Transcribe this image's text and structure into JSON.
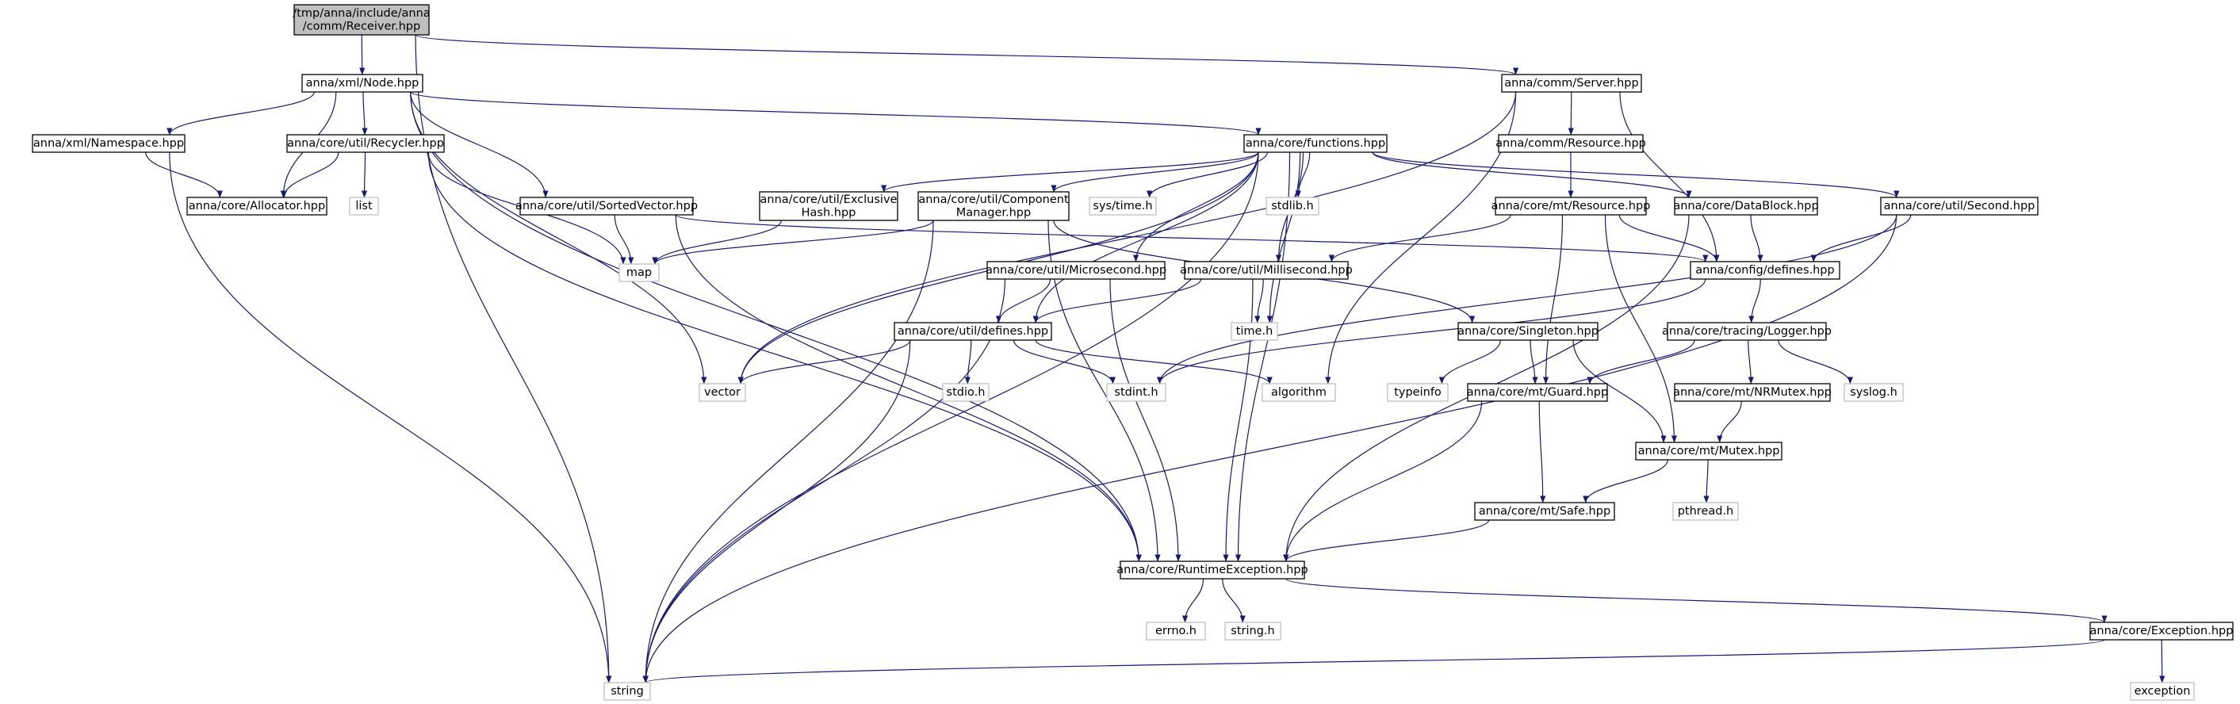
{
  "colors": {
    "edge": "#191970",
    "node_border": "#000000",
    "external_border": "#bfbfbf",
    "root_fill": "#bfbfbf",
    "node_fill": "#ffffff",
    "text": "#000000"
  },
  "nodes": {
    "receiver": {
      "lines": [
        "/tmp/anna/include/anna",
        "/comm/Receiver.hpp"
      ],
      "kind": "root"
    },
    "xml_node": {
      "lines": [
        "anna/xml/Node.hpp"
      ],
      "kind": "internal"
    },
    "server": {
      "lines": [
        "anna/comm/Server.hpp"
      ],
      "kind": "internal"
    },
    "namespace": {
      "lines": [
        "anna/xml/Namespace.hpp"
      ],
      "kind": "internal"
    },
    "recycler": {
      "lines": [
        "anna/core/util/Recycler.hpp"
      ],
      "kind": "internal"
    },
    "functions": {
      "lines": [
        "anna/core/functions.hpp"
      ],
      "kind": "internal"
    },
    "resource": {
      "lines": [
        "anna/comm/Resource.hpp"
      ],
      "kind": "internal"
    },
    "allocator": {
      "lines": [
        "anna/core/Allocator.hpp"
      ],
      "kind": "internal"
    },
    "list": {
      "lines": [
        "list"
      ],
      "kind": "external"
    },
    "sortedvector": {
      "lines": [
        "anna/core/util/SortedVector.hpp"
      ],
      "kind": "internal"
    },
    "exclusivehash": {
      "lines": [
        "anna/core/util/Exclusive",
        "Hash.hpp"
      ],
      "kind": "internal"
    },
    "componentmanager": {
      "lines": [
        "anna/core/util/Component",
        "Manager.hpp"
      ],
      "kind": "internal"
    },
    "systime": {
      "lines": [
        "sys/time.h"
      ],
      "kind": "external"
    },
    "stdlib": {
      "lines": [
        "stdlib.h"
      ],
      "kind": "external"
    },
    "mtresource": {
      "lines": [
        "anna/core/mt/Resource.hpp"
      ],
      "kind": "internal"
    },
    "datablock": {
      "lines": [
        "anna/core/DataBlock.hpp"
      ],
      "kind": "internal"
    },
    "second": {
      "lines": [
        "anna/core/util/Second.hpp"
      ],
      "kind": "internal"
    },
    "map": {
      "lines": [
        "map"
      ],
      "kind": "external"
    },
    "microsecond": {
      "lines": [
        "anna/core/util/Microsecond.hpp"
      ],
      "kind": "internal"
    },
    "millisecond": {
      "lines": [
        "anna/core/util/Millisecond.hpp"
      ],
      "kind": "internal"
    },
    "configdefines": {
      "lines": [
        "anna/config/defines.hpp"
      ],
      "kind": "internal"
    },
    "utildefines": {
      "lines": [
        "anna/core/util/defines.hpp"
      ],
      "kind": "internal"
    },
    "timeh": {
      "lines": [
        "time.h"
      ],
      "kind": "external"
    },
    "singleton": {
      "lines": [
        "anna/core/Singleton.hpp"
      ],
      "kind": "internal"
    },
    "logger": {
      "lines": [
        "anna/core/tracing/Logger.hpp"
      ],
      "kind": "internal"
    },
    "vector": {
      "lines": [
        "vector"
      ],
      "kind": "external"
    },
    "stdio": {
      "lines": [
        "stdio.h"
      ],
      "kind": "external"
    },
    "stdint": {
      "lines": [
        "stdint.h"
      ],
      "kind": "external"
    },
    "algorithm": {
      "lines": [
        "algorithm"
      ],
      "kind": "external"
    },
    "typeinfo": {
      "lines": [
        "typeinfo"
      ],
      "kind": "external"
    },
    "guard": {
      "lines": [
        "anna/core/mt/Guard.hpp"
      ],
      "kind": "internal"
    },
    "nrmutex": {
      "lines": [
        "anna/core/mt/NRMutex.hpp"
      ],
      "kind": "internal"
    },
    "syslog": {
      "lines": [
        "syslog.h"
      ],
      "kind": "external"
    },
    "mutex": {
      "lines": [
        "anna/core/mt/Mutex.hpp"
      ],
      "kind": "internal"
    },
    "pthread": {
      "lines": [
        "pthread.h"
      ],
      "kind": "external"
    },
    "safe": {
      "lines": [
        "anna/core/mt/Safe.hpp"
      ],
      "kind": "internal"
    },
    "runtimeexception": {
      "lines": [
        "anna/core/RuntimeException.hpp"
      ],
      "kind": "internal"
    },
    "errno": {
      "lines": [
        "errno.h"
      ],
      "kind": "external"
    },
    "stringh": {
      "lines": [
        "string.h"
      ],
      "kind": "external"
    },
    "exception_hpp": {
      "lines": [
        "anna/core/Exception.hpp"
      ],
      "kind": "internal"
    },
    "string": {
      "lines": [
        "string"
      ],
      "kind": "external"
    },
    "exception": {
      "lines": [
        "exception"
      ],
      "kind": "external"
    }
  },
  "edges": [
    [
      "receiver",
      "xml_node"
    ],
    [
      "receiver",
      "server"
    ],
    [
      "receiver",
      "string"
    ],
    [
      "xml_node",
      "namespace"
    ],
    [
      "xml_node",
      "allocator"
    ],
    [
      "xml_node",
      "recycler"
    ],
    [
      "xml_node",
      "sortedvector"
    ],
    [
      "xml_node",
      "functions"
    ],
    [
      "xml_node",
      "runtimeexception"
    ],
    [
      "xml_node",
      "vector"
    ],
    [
      "namespace",
      "allocator"
    ],
    [
      "namespace",
      "string"
    ],
    [
      "recycler",
      "allocator"
    ],
    [
      "recycler",
      "list"
    ],
    [
      "recycler",
      "map"
    ],
    [
      "recycler",
      "runtimeexception"
    ],
    [
      "sortedvector",
      "map"
    ],
    [
      "sortedvector",
      "configdefines"
    ],
    [
      "sortedvector",
      "runtimeexception"
    ],
    [
      "server",
      "resource"
    ],
    [
      "server",
      "vector"
    ],
    [
      "server",
      "configdefines"
    ],
    [
      "server",
      "algorithm"
    ],
    [
      "resource",
      "mtresource"
    ],
    [
      "functions",
      "exclusivehash"
    ],
    [
      "functions",
      "componentmanager"
    ],
    [
      "functions",
      "systime"
    ],
    [
      "functions",
      "stdlib"
    ],
    [
      "functions",
      "datablock"
    ],
    [
      "functions",
      "second"
    ],
    [
      "functions",
      "microsecond"
    ],
    [
      "functions",
      "millisecond"
    ],
    [
      "functions",
      "utildefines"
    ],
    [
      "functions",
      "timeh"
    ],
    [
      "functions",
      "runtimeexception"
    ],
    [
      "functions",
      "vector"
    ],
    [
      "functions",
      "string"
    ],
    [
      "exclusivehash",
      "map"
    ],
    [
      "componentmanager",
      "map"
    ],
    [
      "componentmanager",
      "singleton"
    ],
    [
      "componentmanager",
      "runtimeexception"
    ],
    [
      "componentmanager",
      "string"
    ],
    [
      "mtresource",
      "configdefines"
    ],
    [
      "mtresource",
      "millisecond"
    ],
    [
      "mtresource",
      "guard"
    ],
    [
      "mtresource",
      "mutex"
    ],
    [
      "datablock",
      "configdefines"
    ],
    [
      "datablock",
      "runtimeexception"
    ],
    [
      "second",
      "configdefines"
    ],
    [
      "second",
      "stdint"
    ],
    [
      "second",
      "string"
    ],
    [
      "microsecond",
      "utildefines"
    ],
    [
      "microsecond",
      "runtimeexception"
    ],
    [
      "microsecond",
      "string"
    ],
    [
      "millisecond",
      "utildefines"
    ],
    [
      "millisecond",
      "timeh"
    ],
    [
      "millisecond",
      "runtimeexception"
    ],
    [
      "configdefines",
      "logger"
    ],
    [
      "configdefines",
      "stdint"
    ],
    [
      "utildefines",
      "vector"
    ],
    [
      "utildefines",
      "stdio"
    ],
    [
      "utildefines",
      "stdint"
    ],
    [
      "utildefines",
      "algorithm"
    ],
    [
      "utildefines",
      "string"
    ],
    [
      "singleton",
      "typeinfo"
    ],
    [
      "singleton",
      "guard"
    ],
    [
      "singleton",
      "mutex"
    ],
    [
      "logger",
      "guard"
    ],
    [
      "logger",
      "nrmutex"
    ],
    [
      "logger",
      "syslog"
    ],
    [
      "nrmutex",
      "mutex"
    ],
    [
      "guard",
      "safe"
    ],
    [
      "guard",
      "runtimeexception"
    ],
    [
      "mutex",
      "pthread"
    ],
    [
      "mutex",
      "safe"
    ],
    [
      "safe",
      "runtimeexception"
    ],
    [
      "runtimeexception",
      "errno"
    ],
    [
      "runtimeexception",
      "stringh"
    ],
    [
      "runtimeexception",
      "exception_hpp"
    ],
    [
      "exception_hpp",
      "string"
    ],
    [
      "exception_hpp",
      "exception"
    ]
  ]
}
